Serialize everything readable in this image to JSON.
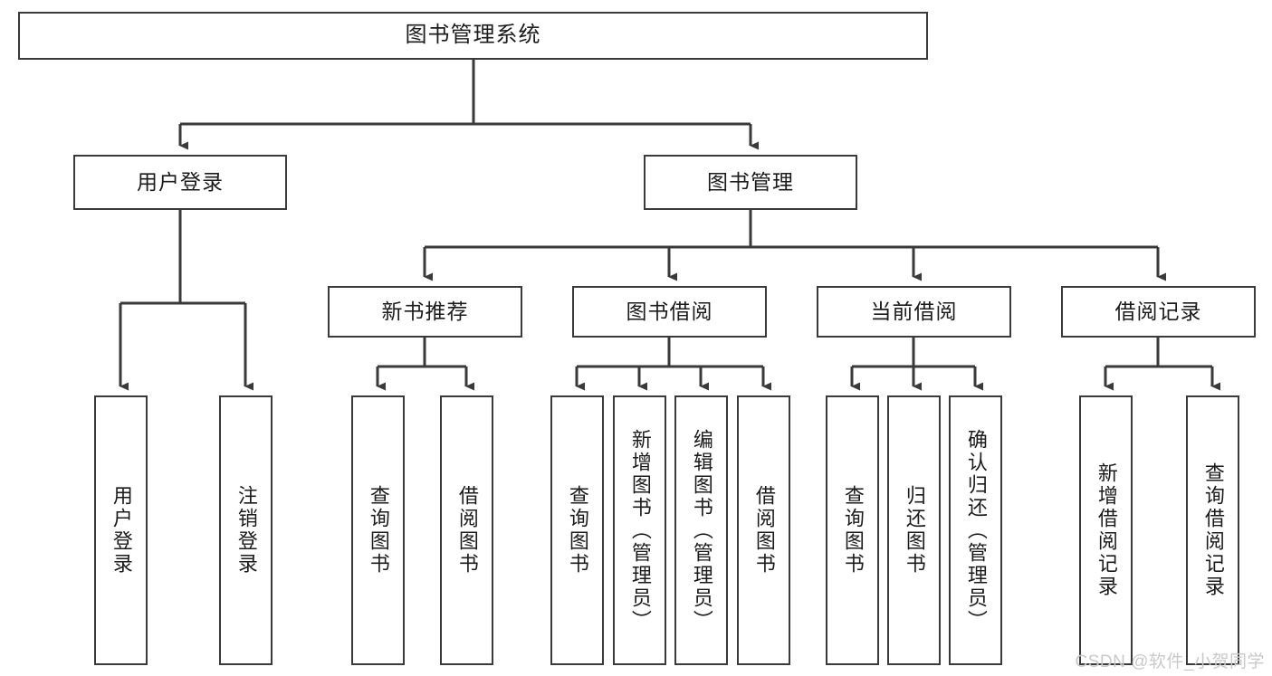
{
  "diagram": {
    "title": "图书管理系统",
    "type": "hierarchy-tree",
    "watermark": "CSDN @软件_小贺同学",
    "colors": {
      "box_border": "#3a3a3a",
      "box_fill": "#ffffff",
      "edge": "#3a3a3a",
      "text": "#1b1b1b",
      "watermark": "#c9c9c9"
    },
    "levels": {
      "level1": [
        "图书管理系统"
      ],
      "level2": [
        "用户登录",
        "图书管理"
      ],
      "level3": [
        "新书推荐",
        "图书借阅",
        "当前借阅",
        "借阅记录"
      ],
      "level4": [
        "用户登录",
        "注销登录",
        "查询图书",
        "借阅图书",
        "查询图书",
        "新增图书（管理员）",
        "编辑图书（管理员）",
        "借阅图书",
        "查询图书",
        "归还图书",
        "确认归还（管理员）",
        "新增借阅记录",
        "查询借阅记录"
      ]
    },
    "nodes": {
      "root": {
        "label": "图书管理系统"
      },
      "user_login": {
        "label": "用户登录"
      },
      "book_manage": {
        "label": "图书管理"
      },
      "new_book_rec": {
        "label": "新书推荐"
      },
      "book_borrow": {
        "label": "图书借阅"
      },
      "current_borrow": {
        "label": "当前借阅"
      },
      "borrow_record": {
        "label": "借阅记录"
      },
      "leaf_user_login": {
        "label": "用户登录"
      },
      "leaf_logout": {
        "label": "注销登录"
      },
      "leaf_query_book_1": {
        "label": "查询图书"
      },
      "leaf_borrow_book_1": {
        "label": "借阅图书"
      },
      "leaf_query_book_2": {
        "label": "查询图书"
      },
      "leaf_add_book": {
        "label": "新增图书（管理员）"
      },
      "leaf_edit_book": {
        "label": "编辑图书（管理员）"
      },
      "leaf_borrow_book_2": {
        "label": "借阅图书"
      },
      "leaf_query_book_3": {
        "label": "查询图书"
      },
      "leaf_return_book": {
        "label": "归还图书"
      },
      "leaf_confirm_return": {
        "label": "确认归还（管理员）"
      },
      "leaf_add_record": {
        "label": "新增借阅记录"
      },
      "leaf_query_record": {
        "label": "查询借阅记录"
      }
    }
  }
}
